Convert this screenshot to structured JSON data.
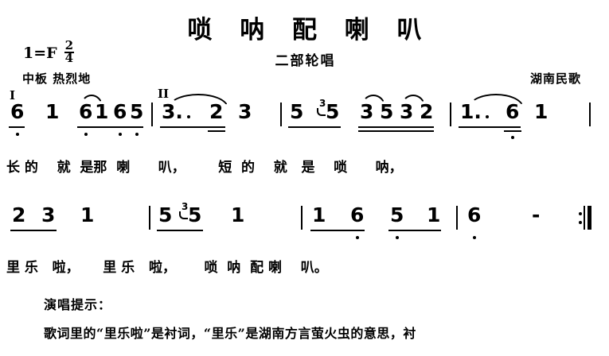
{
  "header": {
    "title": "唢 呐 配 喇 叭",
    "subtitle": "二部轮唱",
    "key_label": "1=F",
    "meter_numerator": "2",
    "meter_denominator": "4",
    "tempo_marks": "中板   热烈地",
    "credit": "湖南民歌"
  },
  "score": {
    "voice_markers": [
      {
        "label": "I"
      },
      {
        "label": "II"
      }
    ],
    "systems": [
      {
        "measures": [
          {
            "notes": [
              "6",
              "1"
            ]
          },
          {
            "notes": [
              "6",
              "1",
              "6",
              "5"
            ]
          },
          {
            "notes": [
              "3.",
              "2",
              "3"
            ]
          },
          {
            "notes": [
              "5",
              "3",
              "5",
              "3",
              "5",
              "3",
              "2"
            ]
          },
          {
            "notes": [
              "1.",
              "6",
              "1"
            ]
          }
        ]
      },
      {
        "measures": [
          {
            "notes": [
              "2",
              "3",
              "1"
            ]
          },
          {
            "notes": [
              "5",
              "3",
              "5",
              "1"
            ]
          },
          {
            "notes": [
              "1",
              "6",
              "5",
              "1"
            ]
          },
          {
            "notes": [
              "6",
              "-"
            ]
          }
        ]
      }
    ],
    "grace_note_value": "3",
    "hold_dash": "-"
  },
  "lyrics": {
    "line1": "长 的    就  是那  喇      叭，       短  的    就   是    唢      呐，",
    "line2": "里 乐   啦，     里 乐   啦，      唢  呐  配 喇    叭。"
  },
  "footer": {
    "heading": "演唱提示：",
    "body": "歌词里的“里乐啦”是衬词，“里乐”是湖南方言萤火虫的意思，衬"
  }
}
